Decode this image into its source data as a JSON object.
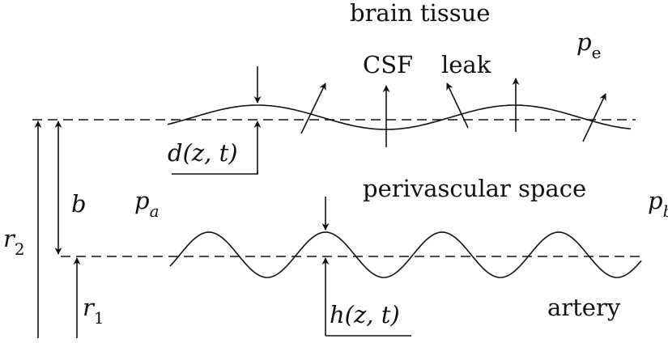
{
  "labels": {
    "brain_tissue": "brain tissue",
    "csf": "CSF",
    "leak": "leak",
    "perivascular_space": "perivascular space",
    "artery": "artery"
  },
  "symbols": {
    "p_e_base": "p",
    "p_e_sub": "e",
    "p_a_base": "p",
    "p_a_sub": "a",
    "p_b_base": "p",
    "p_b_sub": "b",
    "b": "b",
    "r2_base": "r",
    "r2_sub": "2",
    "r1_base": "r",
    "r1_sub": "1",
    "d_func": "d(z, t)",
    "h_func": "h(z, t)"
  }
}
